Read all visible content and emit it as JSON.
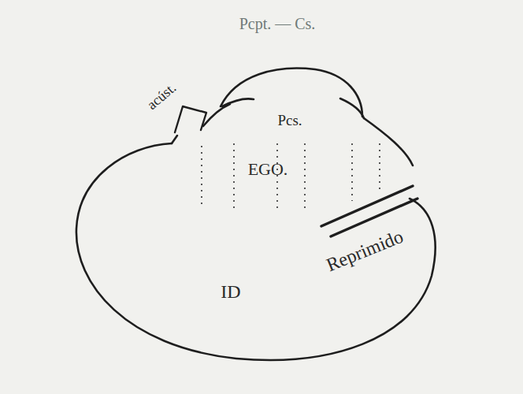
{
  "diagram": {
    "labels": [
      "Pcpt. — Cs.",
      "acúst.",
      "Pcs.",
      "EGO.",
      "ID",
      "Reprimido"
    ]
  }
}
